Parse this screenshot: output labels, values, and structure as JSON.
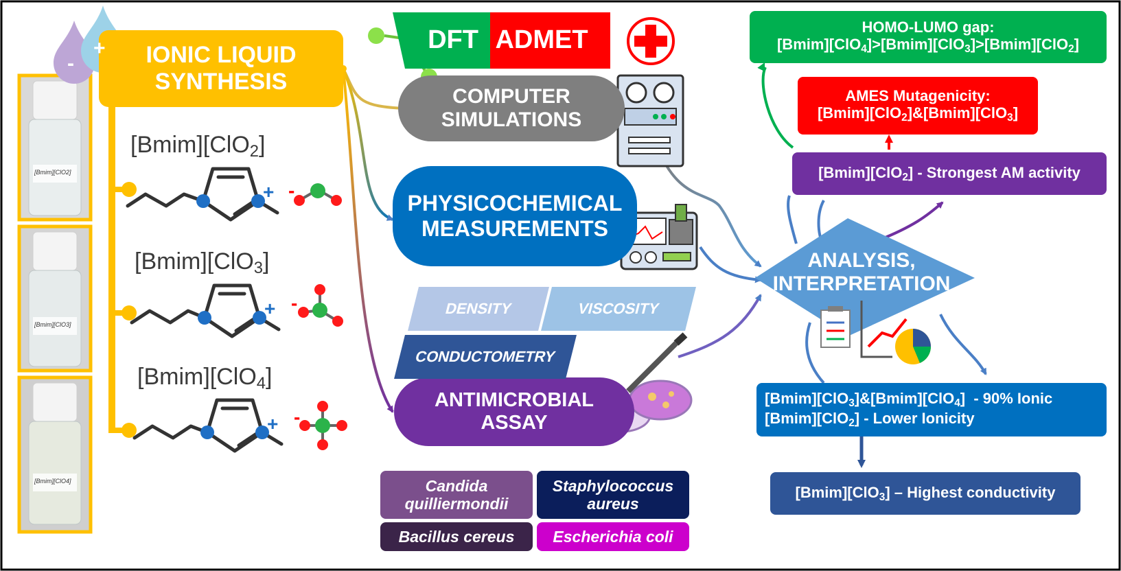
{
  "synthesis": {
    "line1": "IONIC LIQUID",
    "line2": "SYNTHESIS",
    "ion_minus": "-",
    "ion_plus": "+",
    "compounds": [
      {
        "prefix": "[Bmim][ClO",
        "sub": "2",
        "suffix": "]",
        "vial_label": "[Bmim][ClO2]"
      },
      {
        "prefix": "[Bmim][ClO",
        "sub": "3",
        "suffix": "]",
        "vial_label": "[Bmim][ClO3]"
      },
      {
        "prefix": "[Bmim][ClO",
        "sub": "4",
        "suffix": "]",
        "vial_label": "[Bmim][ClO4]"
      }
    ],
    "cation_charge": "+",
    "anion_charge": "-"
  },
  "computer": {
    "dft": "DFT",
    "admet": "ADMET",
    "line1": "COMPUTER",
    "line2": "SIMULATIONS"
  },
  "physico": {
    "line1": "PHYSICOCHEMICAL",
    "line2": "MEASUREMENTS",
    "density": "DENSITY",
    "viscosity": "VISCOSITY",
    "conductometry": "CONDUCTOMETRY"
  },
  "antimicrobial": {
    "line1": "ANTIMICROBIAL",
    "line2": "ASSAY",
    "organisms": {
      "candida_1": "Candida",
      "candida_2": "quilliermondii",
      "staph_1": "Staphylococcus",
      "staph_2": "aureus",
      "bacillus": "Bacillus cereus",
      "ecoli": "Escherichia coli"
    }
  },
  "analysis": {
    "line1": "ANALYSIS,",
    "line2": "INTERPRETATION"
  },
  "results": {
    "homo": {
      "title": "HOMO-LUMO gap:",
      "a": "[Bmim][ClO",
      "a_sub": "4",
      "b": "]>[Bmim][ClO",
      "b_sub": "3",
      "c": "]>[Bmim][ClO",
      "c_sub": "2",
      "d": "]"
    },
    "ames": {
      "title": "AMES Mutagenicity:",
      "a": "[Bmim][ClO",
      "a_sub": "2",
      "b": "]&[Bmim][ClO",
      "b_sub": "3",
      "c": "]"
    },
    "am": {
      "a": "[Bmim][ClO",
      "a_sub": "2",
      "b": "] - Strongest AM activity"
    },
    "ionic": {
      "l1a": "[Bmim][ClO",
      "l1a_sub": "3",
      "l1b": "]&[Bmim][ClO",
      "l1b_sub": "4",
      "l1c": "]  - 90% Ionic",
      "l2a": "[Bmim][ClO",
      "l2a_sub": "2",
      "l2b": "] - Lower Ionicity"
    },
    "cond": {
      "a": "[Bmim][ClO",
      "a_sub": "3",
      "b": "] – Highest conductivity"
    }
  },
  "colors": {
    "synthesis": "#FFC000",
    "computer": "#7F7F7F",
    "physico": "#0070C0",
    "antimicrobial": "#7030A0",
    "analysis": "#5B9BD5",
    "homo": "#00B050",
    "ames": "#FF0000",
    "density": "#B4C7E7",
    "viscosity": "#9DC3E6",
    "conductometry": "#2F5597",
    "cond": "#2F5597",
    "candida": "#7B4F8C",
    "staph": "#0B1E5B",
    "bacillus": "#3B2449",
    "ecoli": "#CC00CC"
  }
}
